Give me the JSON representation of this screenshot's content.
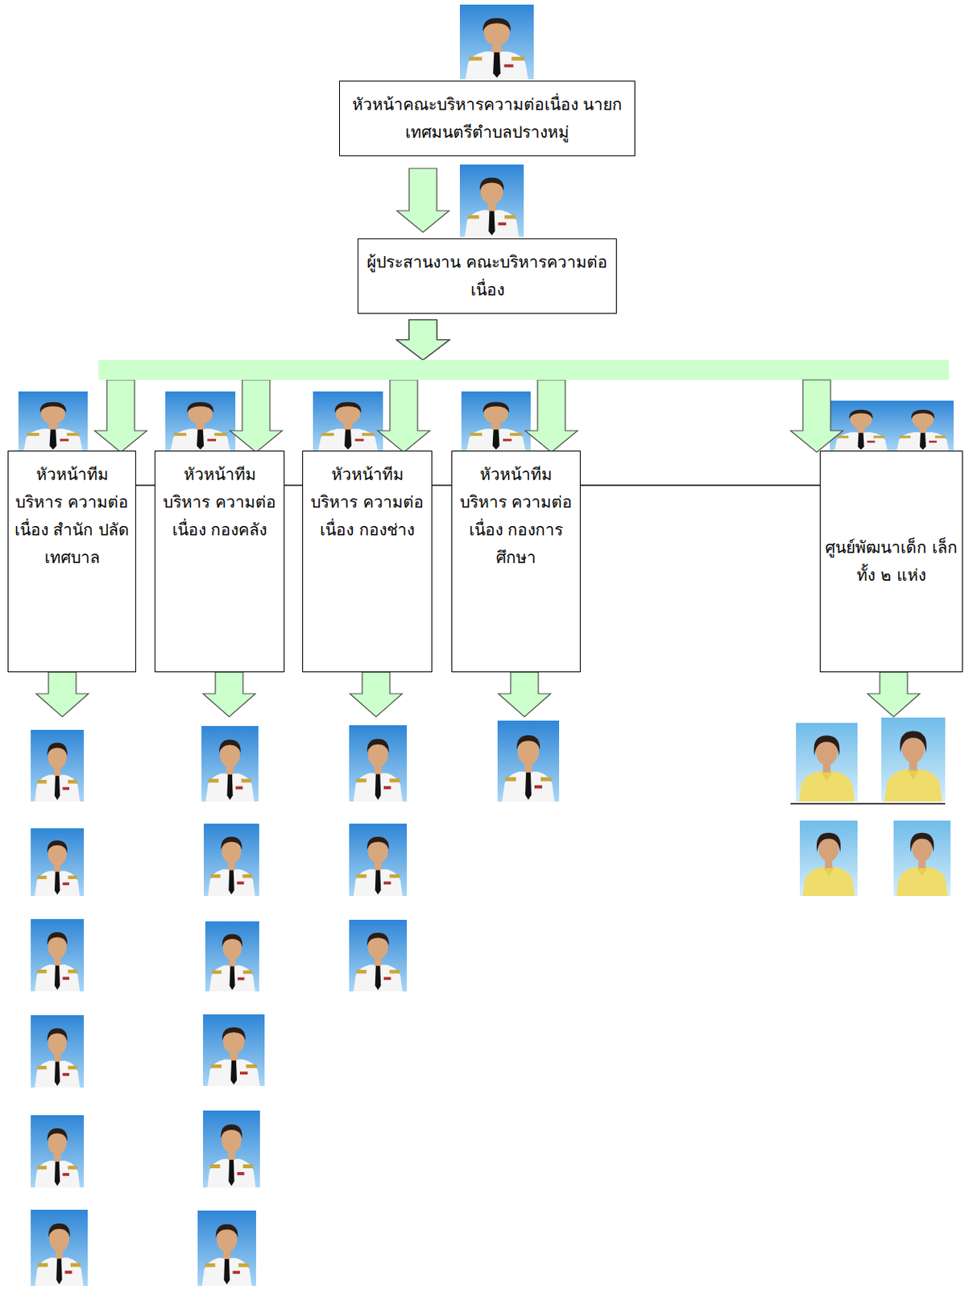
{
  "diagram": {
    "nodes": [
      {
        "text": [
          "หัวหน้าคณะบริหารความต่อเนื่อง นายกเทศมนตรีตำบลปรางหมู่"
        ]
      },
      {
        "text": [
          "ผู้ประสานงาน คณะบริหารความต่อเนื่อง"
        ]
      },
      {
        "text": [
          "หัวหน้าทีม บริหาร ความต่อเนื่อง สำนัก ปลัดเทศบาล"
        ]
      },
      {
        "text": [
          "หัวหน้าทีม บริหาร ความต่อเนื่อง กองคลัง"
        ]
      },
      {
        "text": [
          "หัวหน้าทีม บริหาร ความต่อเนื่อง กองช่าง"
        ]
      },
      {
        "text": [
          "หัวหน้าทีม บริหาร ความต่อเนื่อง กองการศึกษา"
        ]
      },
      {
        "text": [
          "ศูนย์พัฒนาเด็ก เล็ก ทั้ง ๒ แห่ง"
        ]
      }
    ],
    "edges": [
      {
        "from": 0,
        "to": 1,
        "arrow": "to"
      },
      {
        "from": 1,
        "to": 2,
        "arrow": "to"
      },
      {
        "from": 1,
        "to": 3,
        "arrow": "to"
      },
      {
        "from": 1,
        "to": 4,
        "arrow": "to"
      },
      {
        "from": 1,
        "to": 5,
        "arrow": "to"
      },
      {
        "from": 1,
        "to": 6,
        "arrow": "to"
      },
      {
        "from": 2,
        "to": 3,
        "arrow": "none"
      },
      {
        "from": 3,
        "to": 4,
        "arrow": "none"
      },
      {
        "from": 4,
        "to": 5,
        "arrow": "none"
      },
      {
        "from": 5,
        "to": 6,
        "arrow": "none"
      }
    ]
  }
}
